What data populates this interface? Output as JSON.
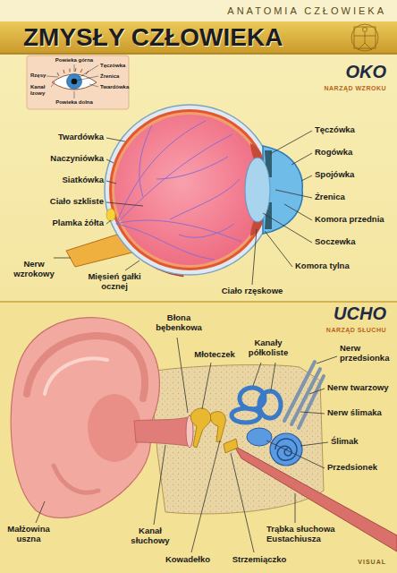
{
  "diagram": {
    "title": "ZMYSŁY CZŁOWIEKA",
    "labels": [
      "ANATOMIA CZŁOWIEKA",
      "Powieka górna",
      "Rzęsy",
      "Kanał łzowy",
      "Tęczówka",
      "Źrenica",
      "Twardówka",
      "Powieka dolna",
      "OKO",
      "NARZĄD WZROKU",
      "Twardówka",
      "Naczyniówka",
      "Siatkówka",
      "Ciało szkliste",
      "Plamka żółta",
      "Nerw wzrokowy",
      "Mięsień gałki ocznej",
      "Ciało rzęskowe",
      "Tęczówka",
      "Rogówka",
      "Spojówka",
      "Źrenica",
      "Komora przednia",
      "Soczewka",
      "Komora tylna",
      "UCHO",
      "NARZĄD SŁUCHU",
      "Błona bębenkowa",
      "Młoteczek",
      "Kanały półkoliste",
      "Nerw przedsionka",
      "Nerw twarzowy",
      "Nerw ślimaka",
      "Ślimak",
      "Przedsionek",
      "Trąbka słuchowa Eustachiusza",
      "Małżowina uszna",
      "Kanał słuchowy",
      "Kowadełko",
      "Strzemiączko",
      "VISUAL"
    ]
  }
}
